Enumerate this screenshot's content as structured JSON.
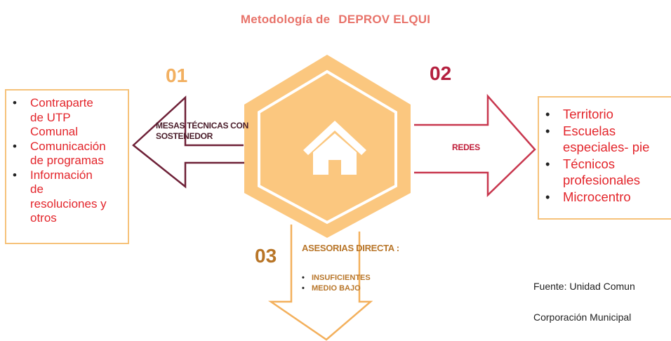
{
  "title": {
    "part1": "Metodología de",
    "part2": "DEPROV ELQUI"
  },
  "steps": [
    {
      "number": "01",
      "label_line1": "MESAS TÉCNICAS CON",
      "label_line2": "SOSTENEDOR",
      "items": [
        "Contraparte de UTP Comunal",
        "Comunicación de programas",
        "Información de resoluciones y otros"
      ]
    },
    {
      "number": "02",
      "label": "REDES",
      "items": [
        "Territorio",
        "Escuelas especiales- pie",
        "Técnicos profesionales",
        "Microcentro"
      ]
    },
    {
      "number": "03",
      "label": "ASESORIAS DIRECTA :",
      "items": [
        "INSUFICIENTES",
        "MEDIO BAJO"
      ]
    }
  ],
  "source": {
    "line1": "Fuente: Unidad Comun",
    "line2": "Corporación Municipal"
  },
  "icons": {
    "center": "home-icon"
  },
  "colors": {
    "title": "#e8736a",
    "hexagon": "#fbc77f",
    "arrow_left": "#6e2037",
    "arrow_right": "#c8374e",
    "arrow_down": "#f3b05c",
    "list_text": "#e3252b",
    "box_border": "#f6c27a"
  }
}
